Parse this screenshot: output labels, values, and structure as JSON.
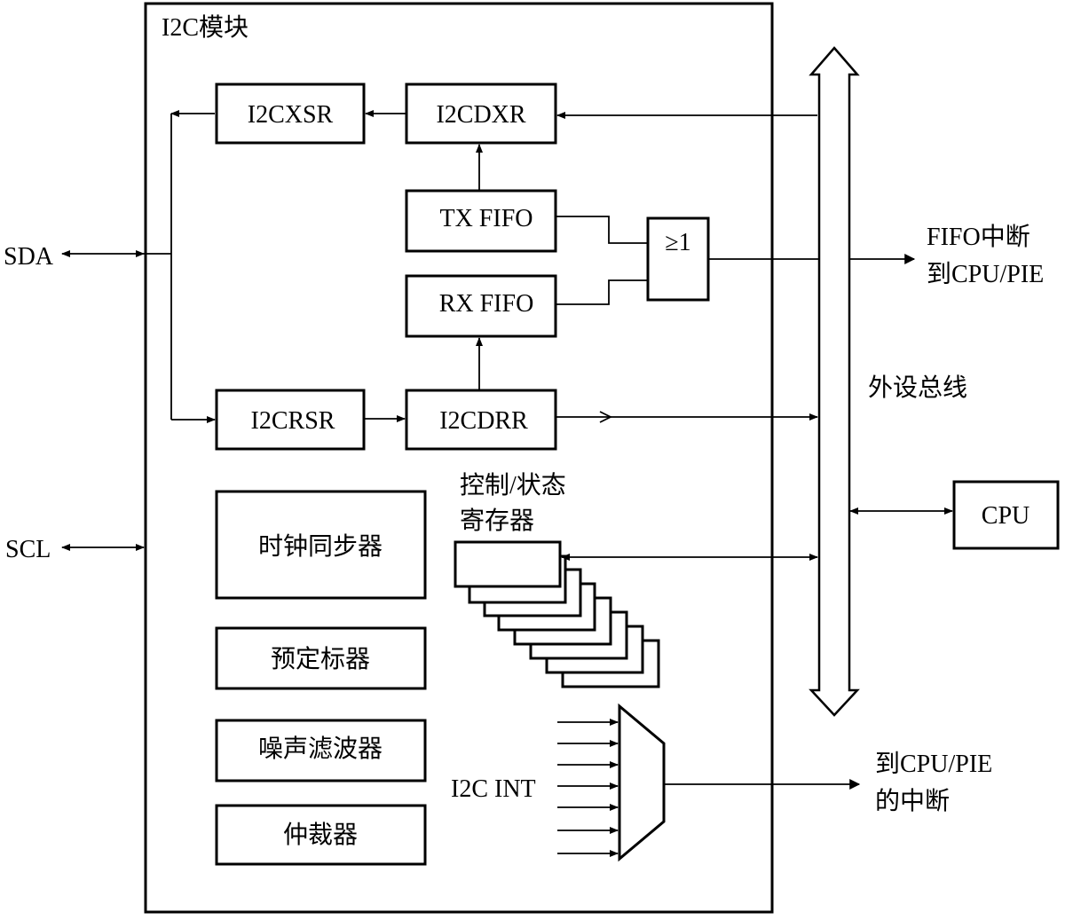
{
  "module": {
    "title": "I2C模块"
  },
  "pins": {
    "sda": "SDA",
    "scl": "SCL"
  },
  "registers": {
    "xsr": "I2CXSR",
    "dxr": "I2CDXR",
    "rsr": "I2CRSR",
    "drr": "I2CDRR",
    "tx_fifo": "TX FIFO",
    "rx_fifo": "RX FIFO"
  },
  "or_gate": {
    "label": "≥1"
  },
  "blocks": {
    "clock_sync": "时钟同步器",
    "prescaler": "预定标器",
    "noise_filter": "噪声滤波器",
    "arbiter": "仲裁器"
  },
  "ctrl_status": {
    "line1": "控制/状态",
    "line2": "寄存器"
  },
  "interrupt": {
    "label": "I2C INT"
  },
  "bus": {
    "label": "外设总线"
  },
  "cpu": {
    "label": "CPU"
  },
  "fifo_int": {
    "line1": "FIFO中断",
    "line2": "到CPU/PIE"
  },
  "cpu_int": {
    "line1": "到CPU/PIE",
    "line2": "的中断"
  }
}
